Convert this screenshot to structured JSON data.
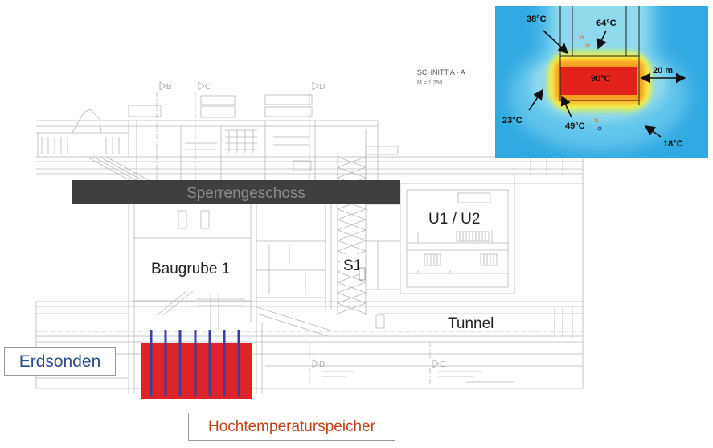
{
  "drawing": {
    "section_title": "SCHNITT A - A",
    "scale": "M = 1:250",
    "axis_top": [
      "B",
      "C",
      "D"
    ],
    "axis_bottom": [
      "D",
      "E"
    ]
  },
  "labels": {
    "sperrengeschoss": "Sperrengeschoss",
    "u1u2": "U1 / U2",
    "baugrube": "Baugrube 1",
    "s1": "S1",
    "tunnel": "Tunnel",
    "erdsonden": "Erdsonden",
    "hochtemperaturspeicher": "Hochtemperaturspeicher"
  },
  "inset": {
    "t_shaft": "38°C",
    "t_top": "64°C",
    "t_core": "90°C",
    "distance": "20 m",
    "t_left": "23°C",
    "t_bottom": "49°C",
    "t_far": "18°C"
  },
  "colors": {
    "storage_red": "#df2429",
    "probe_blue": "#3a3f9e",
    "bar_dark": "#3f3f3f",
    "bar_text": "#8c8c8c",
    "inset_bg": "#2fa9e1",
    "core_red": "#e3231b"
  }
}
